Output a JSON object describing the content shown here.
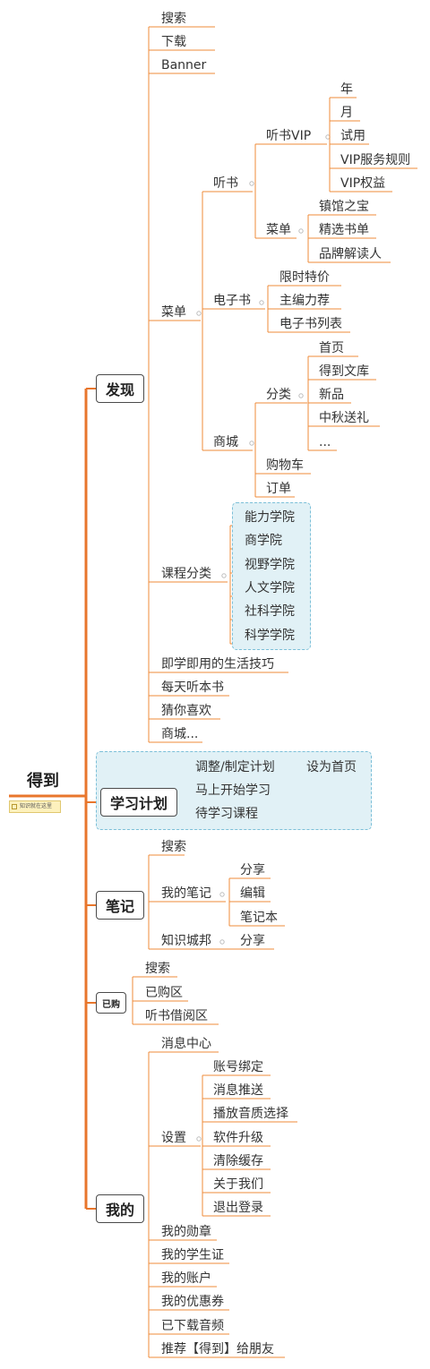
{
  "root": {
    "label": "得到",
    "note": "知识就在这里"
  },
  "colors": {
    "line": "#ef8b3a",
    "trunk": "#e8762c",
    "dashed_border": "#7bbfd8",
    "highlight_bg": "#e1f1f6"
  },
  "labels": {
    "faxian": "发现",
    "search": "搜索",
    "download": "下载",
    "banner": "Banner",
    "caidan": "菜单",
    "tingshu": "听书",
    "tingshuvip": "听书VIP",
    "nian": "年",
    "yue": "月",
    "shiyong": "试用",
    "vipguize": "VIP服务规则",
    "vipquanyi": "VIP权益",
    "ts_caidan": "菜单",
    "zhenguan": "镇馆之宝",
    "jingxuan": "精选书单",
    "pinpai": "品牌解读人",
    "dianzishu": "电子书",
    "xianshi": "限时特价",
    "zhubian": "主编力荐",
    "dzsliebiao": "电子书列表",
    "shangcheng": "商城",
    "fenlei": "分类",
    "shouye": "首页",
    "wenku": "得到文库",
    "xinpin": "新品",
    "zhongqiu": "中秋送礼",
    "more": "...",
    "gouwuche": "购物车",
    "dingdan": "订单",
    "kecheng": "课程分类",
    "nengli": "能力学院",
    "shangxue": "商学院",
    "shiye": "视野学院",
    "renwen": "人文学院",
    "sheke": "社科学院",
    "kexue": "科学学院",
    "jixue": "即学即用的生活技巧",
    "meitian": "每天听本书",
    "cainixi": "猜你喜欢",
    "scdots": "商城...",
    "xuexi": "学习计划",
    "tiaozheng": "调整/制定计划",
    "sheweishouye": "设为首页",
    "mashang": "马上开始学习",
    "daixue": "待学习课程",
    "biji": "笔记",
    "bj_search": "搜索",
    "wodebiji": "我的笔记",
    "fenxiang1": "分享",
    "bianji": "编辑",
    "bijiben": "笔记本",
    "zhishi": "知识城邦",
    "fenxiang2": "分享",
    "yigou": "已购",
    "yg_search": "搜索",
    "yigouqu": "已购区",
    "jieyue": "听书借阅区",
    "wode": "我的",
    "xiaoxi": "消息中心",
    "shezhi": "设置",
    "zhanghao": "账号绑定",
    "tuisong": "消息推送",
    "yinzhi": "播放音质选择",
    "ruanjian": "软件升级",
    "huancun": "清除缓存",
    "guanyu": "关于我们",
    "tuichu": "退出登录",
    "xunzhang": "我的勋章",
    "xueshengzheng": "我的学生证",
    "zhanghu": "我的账户",
    "youhui": "我的优惠券",
    "yixiazai": "已下载音频",
    "tuijian": "推荐【得到】给朋友"
  }
}
